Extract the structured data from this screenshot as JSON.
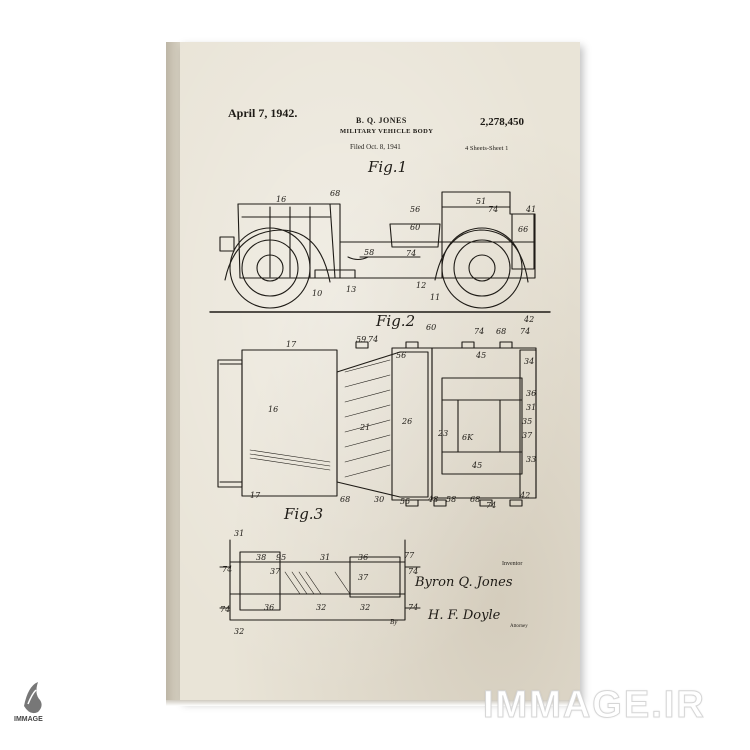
{
  "patent": {
    "date": "April 7, 1942.",
    "inventor_header": "B. Q. JONES",
    "number": "2,278,450",
    "title": "MILITARY VEHICLE BODY",
    "filed": "Filed Oct. 8, 1941",
    "sheets": "4 Sheets-Sheet 1"
  },
  "figures": {
    "fig1": "Fig.1",
    "fig2": "Fig.2",
    "fig3": "Fig.3"
  },
  "signatures": {
    "inventor_label": "Inventor",
    "inventor_name": "Byron Q. Jones",
    "by": "By",
    "attorney_sig": "H. F. Doyle",
    "attorney_label": "Attorney"
  },
  "watermark": {
    "text": "IMMAGE.IR",
    "logo_text": "IMMAGE"
  },
  "colors": {
    "paper": "#e9e4d7",
    "ink": "#1e1b16"
  }
}
